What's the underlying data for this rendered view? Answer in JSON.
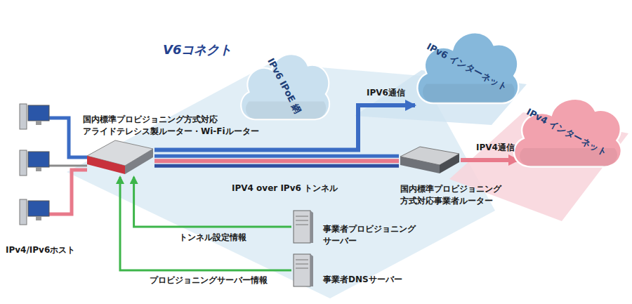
{
  "diagram": {
    "nodes": [
      {
        "text": [
          "IPv6 IPoE 網"
        ]
      },
      {
        "text": [
          "IPv6 インターネット"
        ]
      },
      {
        "text": [
          "IPv4 インターネット"
        ]
      },
      {
        "text": [
          "国内標準プロビジョニング方式対応 アライドテレシス製ルーター・Wi-Fiルーター"
        ]
      },
      {
        "text": [
          "国内標準プロビジョニング 方式対応事業者ルーター"
        ]
      },
      {
        "text": [
          "事業者プロビジョニング サーバー"
        ]
      },
      {
        "text": [
          "事業者DNSサーバー"
        ]
      }
    ],
    "edges": [
      {
        "from": 3,
        "to": 1,
        "label": "IPV6通信",
        "arrow": "to"
      },
      {
        "from": 3,
        "to": 4,
        "label": "IPV4 over IPv6 トンネル",
        "arrow": "none"
      },
      {
        "from": 4,
        "to": 2,
        "label": "IPV4通信",
        "arrow": "to"
      },
      {
        "from": 5,
        "to": 3,
        "label": "トンネル設定情報",
        "arrow": "to"
      },
      {
        "from": 6,
        "to": 3,
        "label": "プロビジョニングサーバー情報",
        "arrow": "to"
      }
    ],
    "labels": [
      "V6コネクト",
      "IPv4/IPv6ホスト"
    ]
  }
}
